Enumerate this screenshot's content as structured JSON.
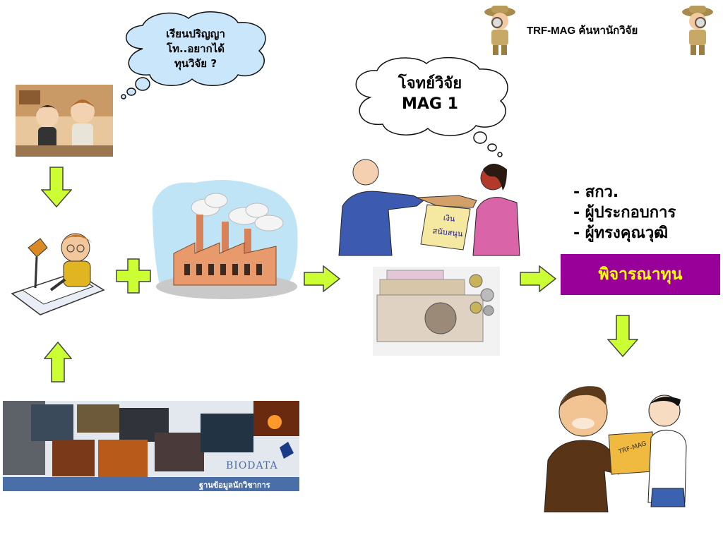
{
  "header": {
    "title": "TRF-MAG ค้นหานักวิจัย"
  },
  "thought_student": {
    "lines": [
      "เรียนปริญญา",
      "โท..อยากได้",
      "ทุนวิจัย ?"
    ]
  },
  "thought_mag": {
    "lines": [
      "โจทย์วิจัย",
      "MAG 1"
    ]
  },
  "contract_doc": {
    "lines": [
      "เงิน",
      "สนับสนุน"
    ]
  },
  "reviewers": {
    "items": [
      "- สกว.",
      "- ผู้ประกอบการ",
      "- ผู้ทรงคุณวุฒิ"
    ]
  },
  "decision_box": {
    "label": "พิจารณาทุน"
  },
  "biodata": {
    "name": "BIODATA",
    "subtitle": "ฐานข้อมูลนักวิชาการประเทศไทย"
  },
  "envelope": {
    "label": "TRF-MAG"
  },
  "colors": {
    "arrow_fill": "#ccff33",
    "arrow_stroke": "#444444",
    "decision_bg": "#990099",
    "decision_text": "#ffff00",
    "cloud_fill": "#c9e6fa"
  }
}
